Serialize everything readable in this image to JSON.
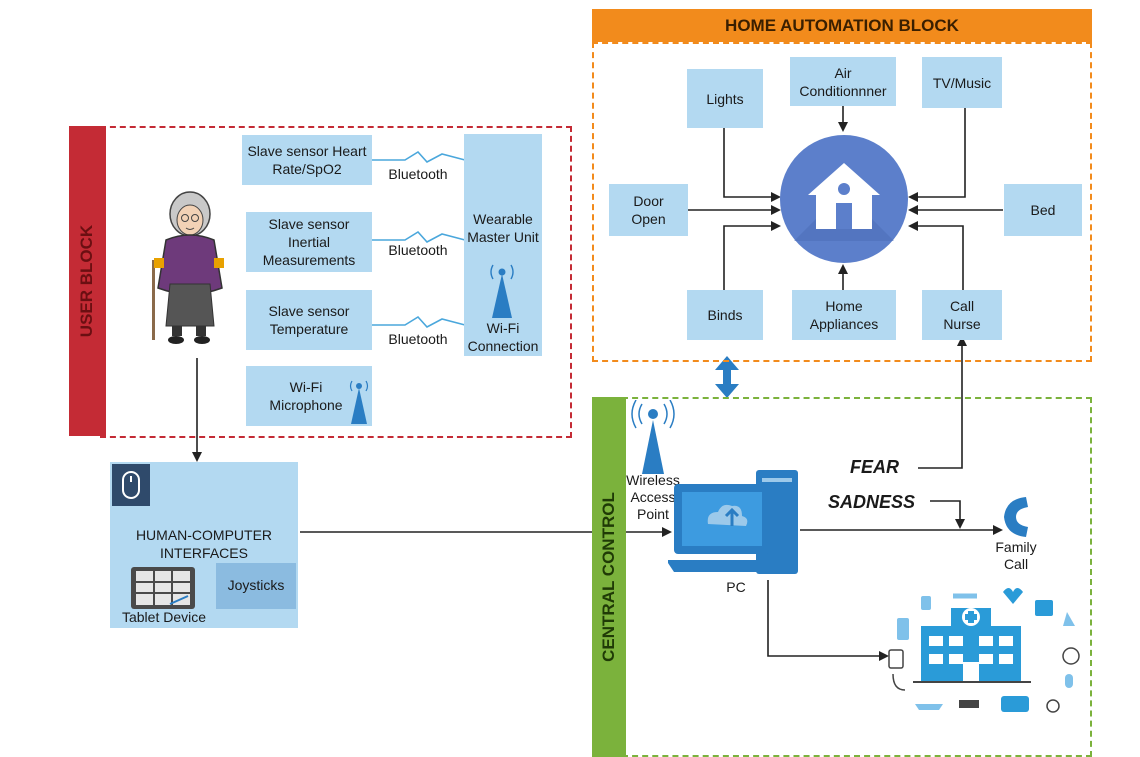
{
  "colors": {
    "user_red": "#c42b35",
    "home_orange": "#f28b1c",
    "central_green": "#7bb23c",
    "box_blue": "#b3d9f1",
    "accent_blue": "#2a7dc3",
    "house_circle": "#5c7fcb"
  },
  "user_block": {
    "title": "USER BLOCK",
    "sensors": [
      "Slave sensor Heart Rate/SpO2",
      "Slave sensor Inertial Measurements",
      "Slave sensor Temperature"
    ],
    "bluetooth_labels": [
      "Bluetooth",
      "Bluetooth",
      "Bluetooth"
    ],
    "microphone": "Wi-Fi Microphone",
    "master_unit": "Wearable Master Unit",
    "wifi_connection": "Wi-Fi Connection"
  },
  "hci": {
    "title": "HUMAN-COMPUTER INTERFACES",
    "tablet": "Tablet Device",
    "joysticks": "Joysticks"
  },
  "home_block": {
    "title": "HOME AUTOMATION BLOCK",
    "items": {
      "lights": "Lights",
      "air": "Air Conditionnner",
      "tv": "TV/Music",
      "door": "Door Open",
      "bed": "Bed",
      "binds": "Binds",
      "appliances": "Home Appliances",
      "nurse": "Call Nurse"
    }
  },
  "central": {
    "title": "CENTRAL CONTROL",
    "access_point": "Wireless Access Point",
    "pc": "PC",
    "fear": "FEAR",
    "sadness": "SADNESS",
    "family_call": "Family Call"
  },
  "icons": [
    "elderly-woman-icon",
    "house-icon",
    "antenna-icon",
    "mouse-icon",
    "tablet-icon",
    "computer-icon",
    "phone-icon",
    "hospital-icon"
  ]
}
